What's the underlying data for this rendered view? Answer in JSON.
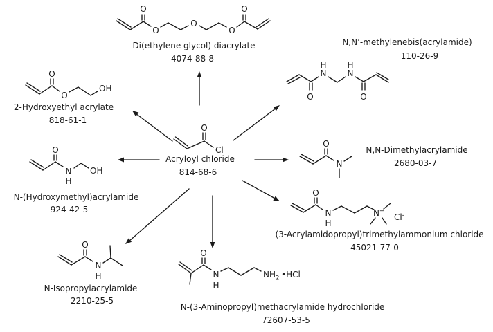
{
  "colors": {
    "background": "#ffffff",
    "line": "#1a1a1a",
    "text": "#1a1a1a"
  },
  "center": {
    "name": "Acryloyl chloride",
    "cas": "814-68-6",
    "atoms": {
      "o": "O",
      "cl": "Cl"
    }
  },
  "products": [
    {
      "key": "degda",
      "name": "Di(ethylene glycol) diacrylate",
      "cas": "4074-88-8",
      "atoms": {
        "o_carbonyl_left": "O",
        "o_ester_left": "O",
        "o_center": "O",
        "o_ester_right": "O",
        "o_carbonyl_right": "O"
      }
    },
    {
      "key": "mba",
      "name": "N,N’-methylenebis(acrylamide)",
      "cas": "110-26-9",
      "atoms": {
        "o_left": "O",
        "h_left": "H",
        "n_left": "N",
        "h_right": "H",
        "n_right": "N",
        "o_right": "O"
      }
    },
    {
      "key": "hea",
      "name": "2-Hydroxyethyl acrylate",
      "cas": "818-61-1",
      "atoms": {
        "o_carbonyl": "O",
        "o_ester": "O",
        "oh": "OH"
      }
    },
    {
      "key": "hma",
      "name": "N-(Hydroxymethyl)acrylamide",
      "cas": "924-42-5",
      "atoms": {
        "o": "O",
        "n": "N",
        "h": "H",
        "oh": "OH"
      }
    },
    {
      "key": "dma",
      "name": "N,N-Dimethylacrylamide",
      "cas": "2680-03-7",
      "atoms": {
        "o": "O",
        "n": "N"
      }
    },
    {
      "key": "aptac",
      "name": "(3-Acrylamidopropyl)trimethylammonium chloride",
      "cas": "45021-77-0",
      "atoms": {
        "o": "O",
        "n": "N",
        "h": "H",
        "n_quat": "N",
        "n_charge": "+",
        "cl": "Cl",
        "cl_charge": "-"
      }
    },
    {
      "key": "nipam",
      "name": "N-Isopropylacrylamide",
      "cas": "2210-25-5",
      "atoms": {
        "o": "O",
        "n": "N",
        "h": "H"
      }
    },
    {
      "key": "apma",
      "name": "N-(3-Aminopropyl)methacrylamide hydrochloride",
      "cas": "72607-53-5",
      "atoms": {
        "o": "O",
        "n": "N",
        "h": "H",
        "amine_base": "NH",
        "amine_sub": "2",
        "salt": "•HCl"
      }
    }
  ]
}
